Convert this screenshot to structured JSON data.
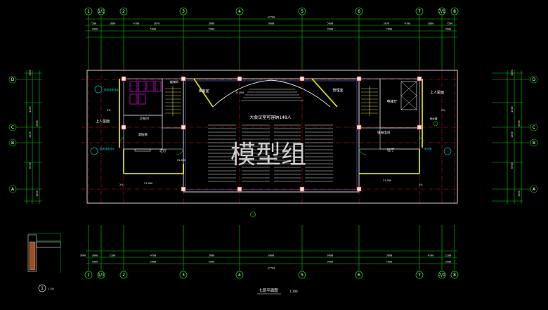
{
  "drawing": {
    "title": "七层平面图",
    "scale": "1:100",
    "watermark": "模型组",
    "colors": {
      "background": "#000000",
      "grid_green": "#00d000",
      "wall_yellow": "#d8d800",
      "axis_red": "#e01818",
      "line_white": "#e8e8e8",
      "magenta": "#e000e0",
      "cyan": "#00c8c8"
    }
  },
  "axes_top": [
    "1",
    "1/1",
    "2",
    "3",
    "4",
    "5",
    "6",
    "7",
    "7/1",
    "8"
  ],
  "axes_bottom": [
    "1",
    "1/1",
    "2",
    "3",
    "4",
    "5",
    "6",
    "7",
    "7/1",
    "8"
  ],
  "axes_side_left": [
    "D",
    "C",
    "B",
    "A"
  ],
  "axes_side_right": [
    "D",
    "C",
    "B",
    "A"
  ],
  "overall_dims": {
    "top_total": "47700",
    "bottom_total": "47700"
  },
  "dims_top_row1": [
    "7500",
    "2800",
    "4700",
    "3070",
    "5600",
    "9600",
    "5600",
    "3070",
    "4700",
    "2800",
    "7500"
  ],
  "dims_top_row2": [
    "3900",
    "5600",
    "9900",
    "9900",
    "7800",
    "3900"
  ],
  "dims_bottom_row1": [
    "3600",
    "2100",
    "4700",
    "5600",
    "6600",
    "6600",
    "5600",
    "4700",
    "2100",
    "3600"
  ],
  "dims_bottom_row2": [
    "3900",
    "5600",
    "9900",
    "9900",
    "7800",
    "3900"
  ],
  "dims_side": [
    "1600",
    "4100",
    "1500",
    "6700",
    "2000",
    "1300"
  ],
  "rooms": {
    "hall": "大会议室可容纳148人",
    "left_stair_top": "楼梯间",
    "left_roof": "上人屋面",
    "left_ladder": "消防梯",
    "left_room_small": "卫生间",
    "left_corridor": "过厅",
    "mid_left_room": "准备室",
    "mid_right_room": "管理室",
    "right_room": "电梯厅",
    "right_roof": "上人屋面",
    "right_corridor": "过厅",
    "right_small": "强弱电间"
  },
  "notes": {
    "left_sign": "屋面找坡排水",
    "right_sign": "屋面找坡排水",
    "left_pipe": "雨水管",
    "right_pipe": "雨水管",
    "slope_a": "2%",
    "slope_b": "2%",
    "slope_c": "2%",
    "slope_d": "2%",
    "elev_a": "21.000",
    "elev_b": "21.000",
    "elev_c": "21.000",
    "elev_d": "21.000"
  },
  "detail": {
    "label": "1",
    "scale": "1:20"
  }
}
